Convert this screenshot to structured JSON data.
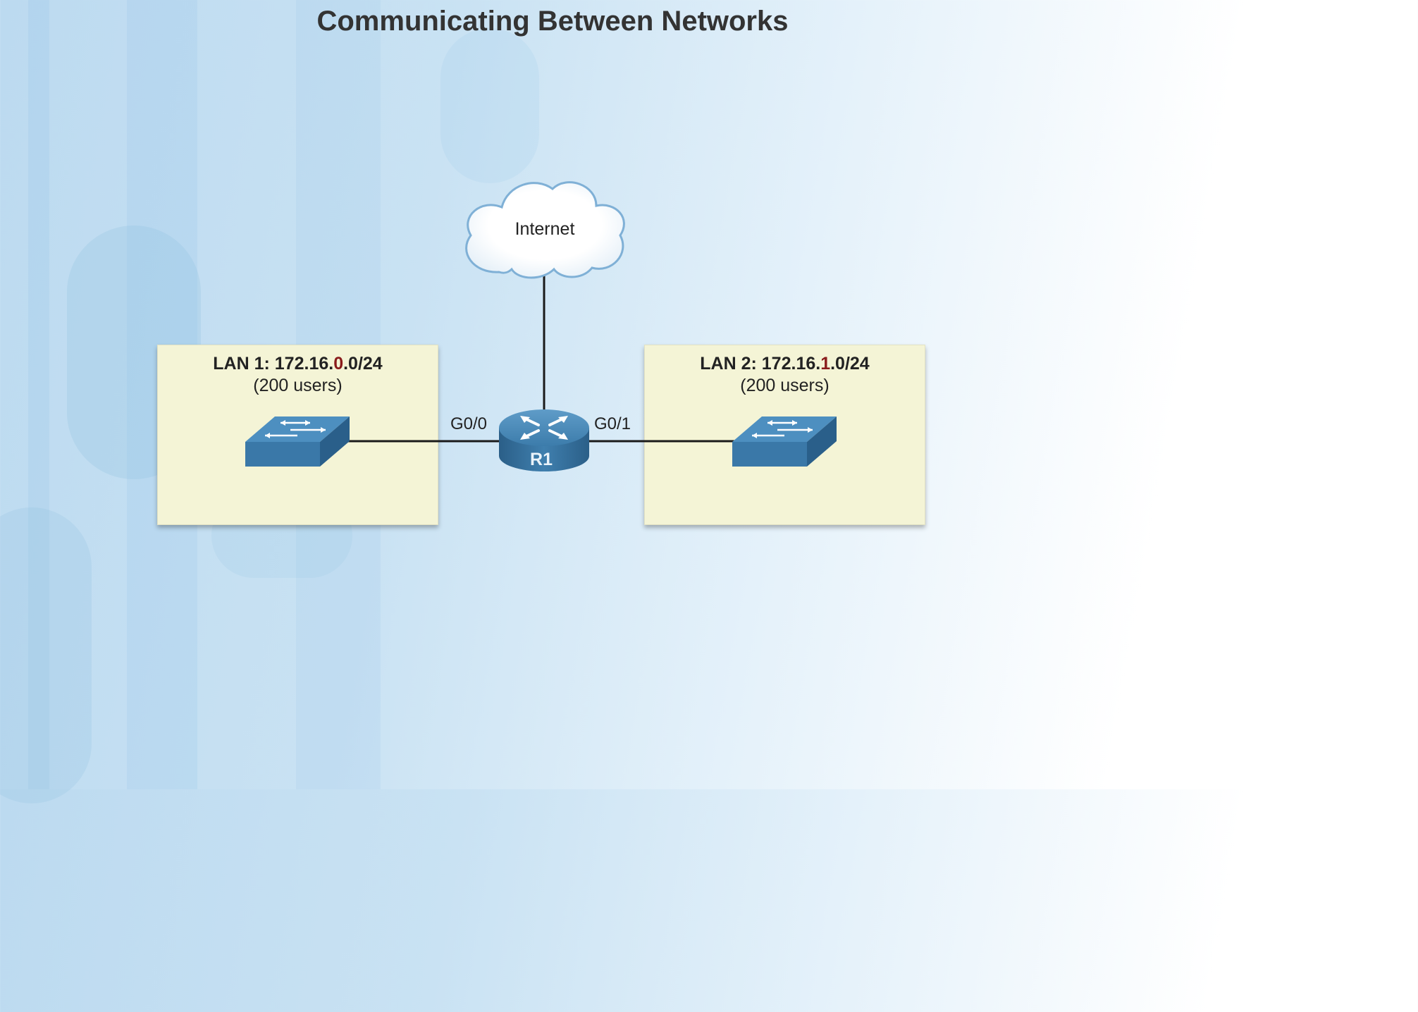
{
  "title": "Communicating Between Networks",
  "cloud": {
    "label": "Internet"
  },
  "router": {
    "name": "R1"
  },
  "interfaces": {
    "left": "G0/0",
    "right": "G0/1"
  },
  "lans": [
    {
      "prefix": "LAN 1: 172.16.",
      "octet": "0",
      "suffix": ".0/24",
      "users": "(200 users)"
    },
    {
      "prefix": "LAN 2: 172.16.",
      "octet": "1",
      "suffix": ".0/24",
      "users": "(200 users)"
    }
  ],
  "colors": {
    "background_left": "#bcdaf0",
    "background_right": "#ffffff",
    "lan_box_fill": "#f4f4d6",
    "highlight_octet": "#8a1c1c",
    "device_blue": "#3a78a8",
    "device_blue_dark": "#245a82",
    "link_line": "#1a1a1a"
  }
}
